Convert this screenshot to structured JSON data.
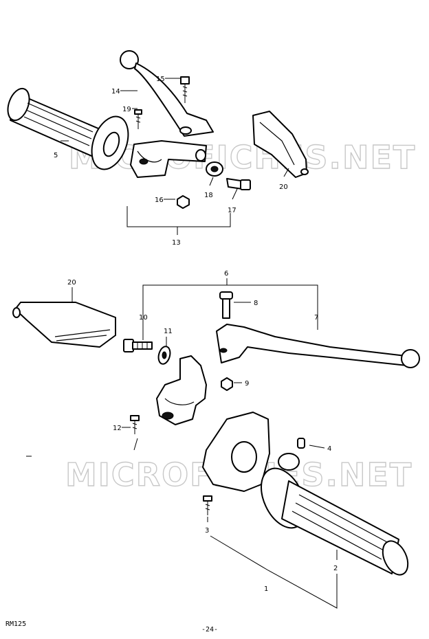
{
  "watermark": "MICROFICHES.NET",
  "labels": {
    "p1": "1",
    "p2": "2",
    "p3": "3",
    "p4": "4",
    "p5": "5",
    "p6": "6",
    "p7": "7",
    "p8": "8",
    "p9": "9",
    "p10": "10",
    "p11": "11",
    "p12": "12",
    "p13": "13",
    "p14": "14",
    "p15": "15",
    "p16": "16",
    "p17": "17",
    "p18": "18",
    "p19": "19",
    "p20a": "20",
    "p20b": "20"
  },
  "footer": {
    "model": "RM125",
    "page": "-24-"
  }
}
